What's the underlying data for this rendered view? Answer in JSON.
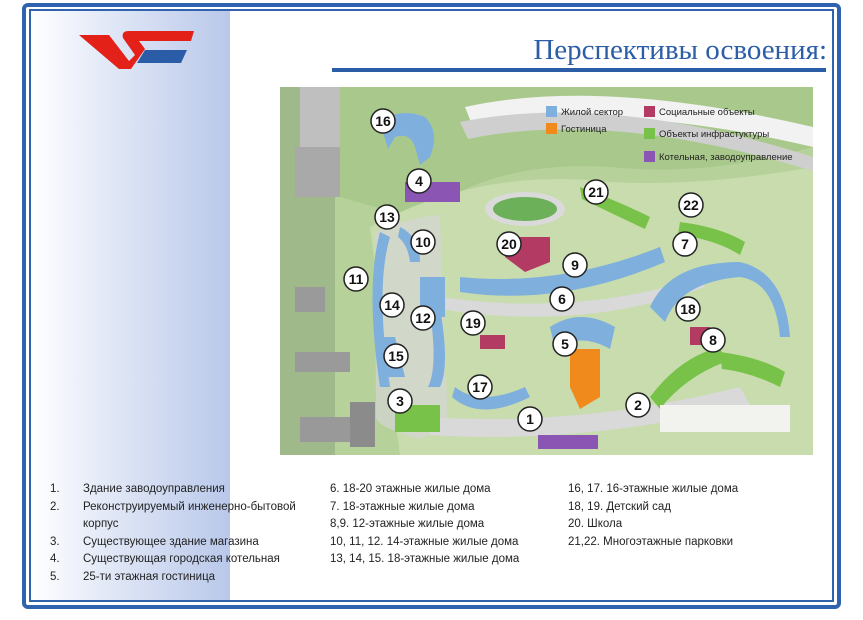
{
  "header": {
    "title": "Перспективы освоения:"
  },
  "brand": {
    "logo_red": "#e32119",
    "logo_blue": "#2a5ca8",
    "accent": "#2f63b0"
  },
  "map": {
    "key": {
      "residential": "Жилой сектор",
      "hotel": "Гостиница",
      "social": "Социальные объекты",
      "infrastructure": "Объекты инфрастуктуры",
      "boiler": "Котельная, заводоуправление"
    },
    "colors": {
      "residential": "#7fb0dd",
      "hotel": "#f08a1c",
      "social": "#b33a62",
      "infrastructure": "#79c24a",
      "boiler": "#8a55b3"
    },
    "markers": [
      "1",
      "2",
      "3",
      "4",
      "5",
      "6",
      "7",
      "8",
      "9",
      "10",
      "11",
      "12",
      "13",
      "14",
      "15",
      "16",
      "17",
      "18",
      "19",
      "20",
      "21",
      "22"
    ]
  },
  "legend": {
    "col1": [
      {
        "num": "1.",
        "text": "Здание заводоуправления"
      },
      {
        "num": "2.",
        "text": "Реконструируемый инженерно-бытовой корпус"
      },
      {
        "num": "3.",
        "text": "Существующее здание магазина"
      },
      {
        "num": "4.",
        "text": "Существующая городская котельная"
      },
      {
        "num": "5.",
        "text": "25-ти этажная гостиница"
      }
    ],
    "col2": [
      "6. 18-20 этажные жилые дома",
      "7. 18-этажные жилые дома",
      "8,9. 12-этажные жилые дома",
      "10, 11, 12. 14-этажные жилые дома",
      "13, 14, 15. 18-этажные жилые дома"
    ],
    "col3": [
      "16, 17. 16-этажные жилые дома",
      "18, 19. Детский сад",
      "20. Школа",
      "21,22. Многоэтажные парковки"
    ]
  }
}
